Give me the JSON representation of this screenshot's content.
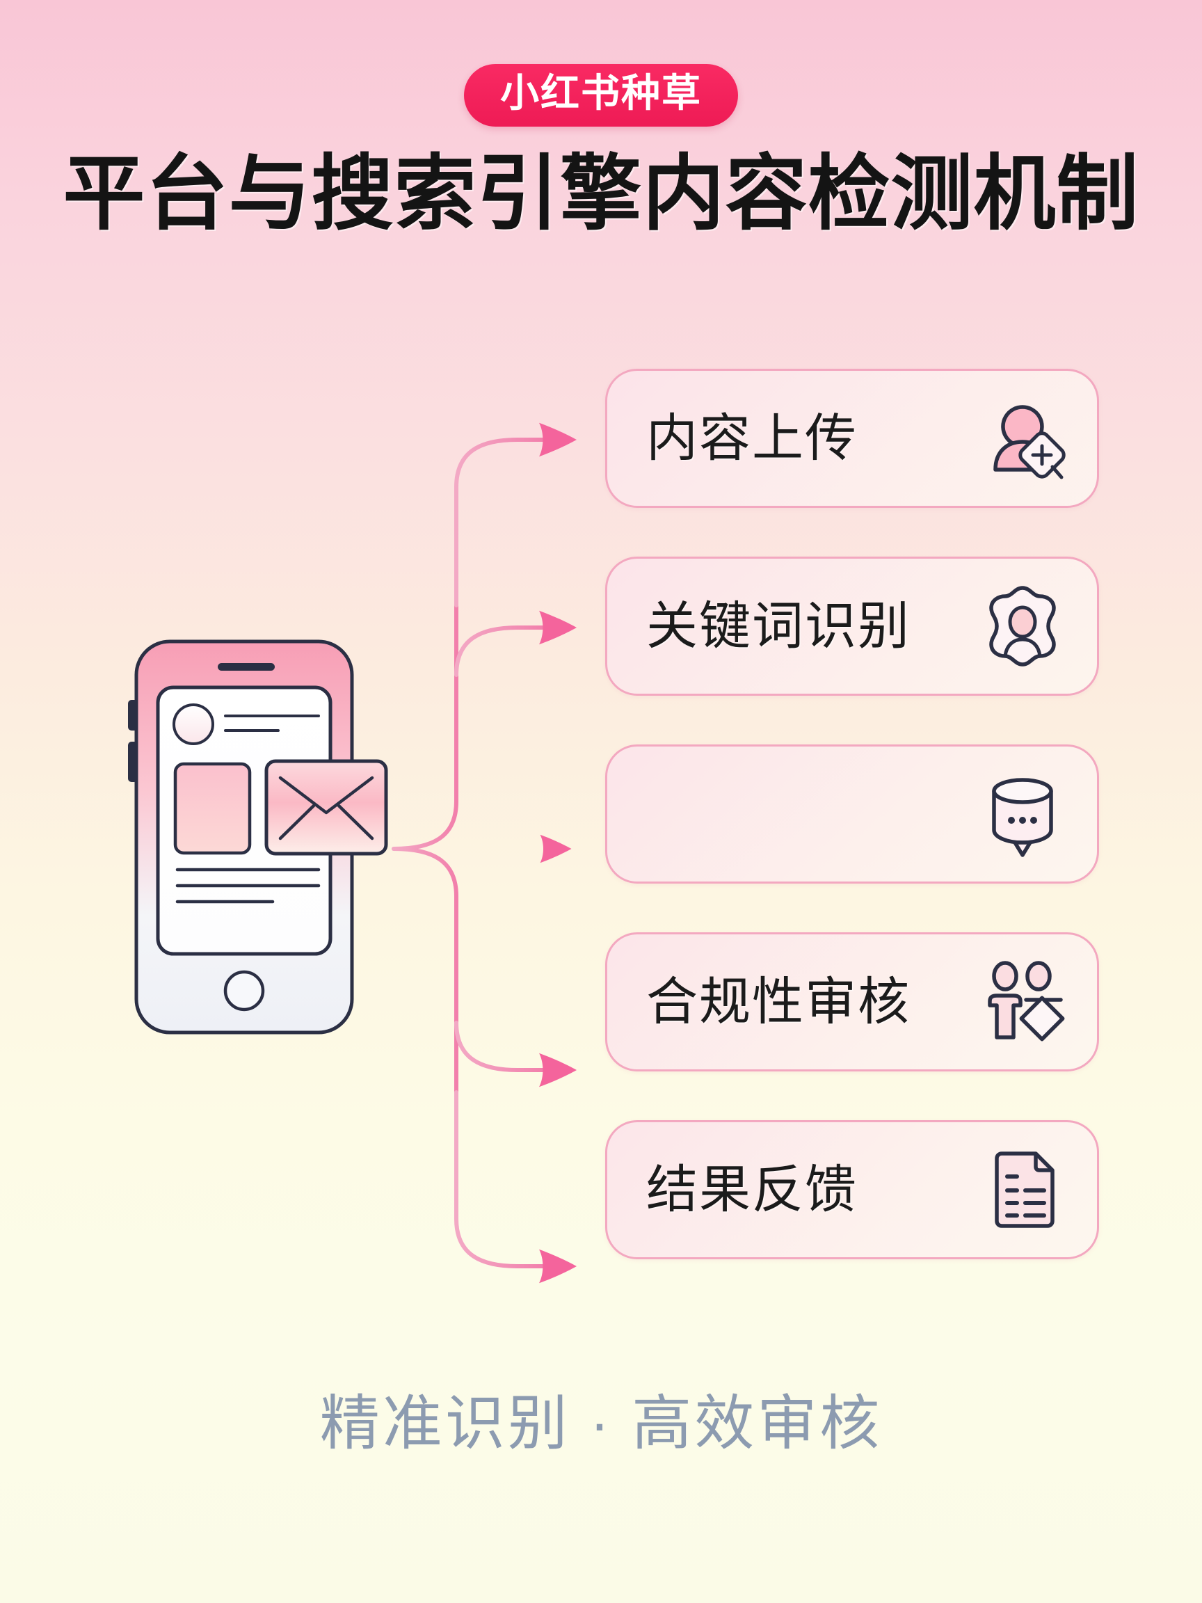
{
  "header": {
    "badge_label": "小红书种草",
    "title": "平台与搜索引擎内容检测机制",
    "badge_color": "#f5235e",
    "title_color": "#141414"
  },
  "illustration": {
    "name": "smartphone-with-post-and-envelope",
    "phone_body_color": "#f8a9bd",
    "screen_color": "#ffffff",
    "outline_color": "#2b2f44",
    "envelope_color": "#fbb8c6"
  },
  "flow": {
    "connector_color": "#f27fab",
    "arrow_color": "#f4649c",
    "branch_count": 5
  },
  "cards": [
    {
      "label": "内容上传",
      "icon": "user-add-tag-icon",
      "has_label": true
    },
    {
      "label": "关键词识别",
      "icon": "keyword-blob-person-icon",
      "has_label": true
    },
    {
      "label": "",
      "icon": "database-chat-dots-icon",
      "has_label": false
    },
    {
      "label": "合规性审核",
      "icon": "two-people-review-icon",
      "has_label": true
    },
    {
      "label": "结果反馈",
      "icon": "document-list-icon",
      "has_label": true
    }
  ],
  "card_style": {
    "border_color": "#f3a8c0",
    "fill_color": "#fce4ea"
  },
  "footer": {
    "tagline": "精准识别 · 高效审核",
    "color": "#8c9bb0"
  },
  "background": {
    "top_color": "#f9c6d6",
    "bottom_color": "#fbfbe7"
  }
}
